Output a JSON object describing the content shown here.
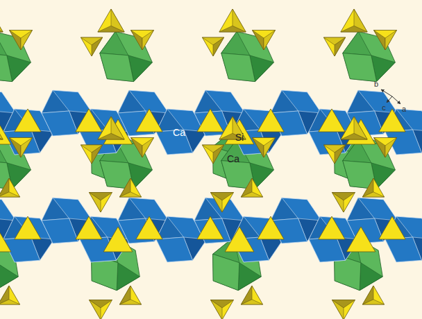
{
  "diagram": {
    "labels": [
      "Ca",
      "Si",
      "Ca",
      "b",
      "c",
      "a"
    ]
  }
}
